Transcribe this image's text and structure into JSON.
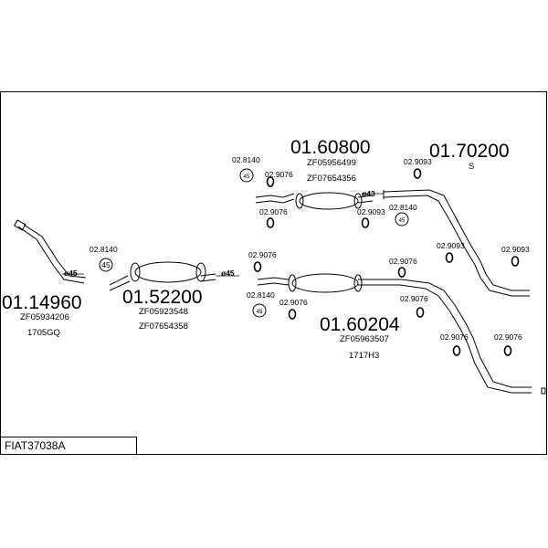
{
  "diagram": {
    "title": "FIAT37038A",
    "parts": [
      {
        "number": "01.14960",
        "codes": [
          "ZF05934206",
          "1705GQ"
        ]
      },
      {
        "number": "01.52200",
        "codes": [
          "ZF05923548",
          "ZF07654358"
        ]
      },
      {
        "number": "01.60800",
        "codes": [
          "ZF05956499",
          "ZF07654356"
        ]
      },
      {
        "number": "01.70200",
        "codes": [
          "S"
        ]
      },
      {
        "number": "01.60204",
        "codes": [
          "ZF05963507",
          "1717H3"
        ]
      }
    ],
    "dimensions": [
      "ø45",
      "ø45",
      "ø43"
    ],
    "accessories": {
      "a1": "02.8140",
      "a2": "02.8140",
      "a3": "02.9076",
      "a4": "02.9076",
      "a5": "02.9093",
      "a6": "02.8140",
      "a7": "02.9093",
      "a8": "02.9093",
      "a9": "02.9093",
      "a10": "02.9076",
      "a11": "02.9076",
      "a12": "02.8140",
      "a13": "02.9076",
      "a14": "02.9076",
      "a15": "02.9076",
      "a16": "02.9076"
    },
    "clamp_size": "45"
  }
}
